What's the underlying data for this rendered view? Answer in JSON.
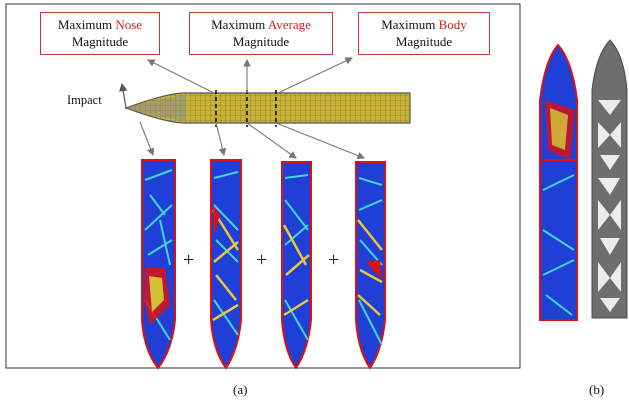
{
  "panel_a": {
    "boxes": [
      {
        "line1_prefix": "Maximum ",
        "line1_highlight": "Nose",
        "line2": "Magnitude"
      },
      {
        "line1_prefix": "Maximum ",
        "line1_highlight": "Average",
        "line2": "Magnitude"
      },
      {
        "line1_prefix": "Maximum ",
        "line1_highlight": "Body",
        "line2": "Magnitude"
      }
    ],
    "impact_label": "Impact",
    "operator_symbol": "+",
    "caption": "(a)"
  },
  "panel_b": {
    "caption": "(b)"
  },
  "colors": {
    "box_border": "#c0392b",
    "highlight_text": "#d42020",
    "mesh_fill": "#c9b43a",
    "blue_fill": "#1f3fd6",
    "lattice_cyan": "#3fd6d6",
    "outline_red": "#e01010",
    "arrow_gray": "#777777"
  }
}
